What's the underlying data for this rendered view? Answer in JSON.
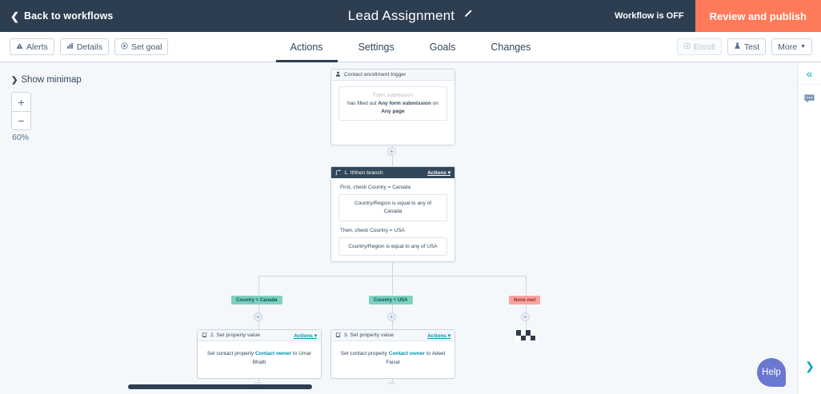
{
  "header": {
    "back_label": "Back to workflows",
    "back_icon": "chevron-left-icon",
    "title": "Lead Assignment",
    "edit_icon": "pencil-icon",
    "status_text": "Workflow is OFF",
    "publish_label": "Review and publish",
    "accent_orange": "#ff7a59",
    "bg": "#2d3e50"
  },
  "subnav": {
    "left_buttons": [
      {
        "label": "Alerts",
        "icon": "alert-triangle-icon"
      },
      {
        "label": "Details",
        "icon": "bar-chart-icon"
      },
      {
        "label": "Set goal",
        "icon": "target-icon"
      }
    ],
    "tabs": [
      {
        "label": "Actions",
        "active": true
      },
      {
        "label": "Settings",
        "active": false
      },
      {
        "label": "Goals",
        "active": false
      },
      {
        "label": "Changes",
        "active": false
      }
    ],
    "right_buttons": [
      {
        "label": "Enroll",
        "icon": "enroll-icon",
        "disabled": true
      },
      {
        "label": "Test",
        "icon": "flask-icon",
        "disabled": false
      },
      {
        "label": "More",
        "icon": "caret-down-icon",
        "disabled": false
      }
    ]
  },
  "canvas": {
    "minimap_label": "Show minimap",
    "minimap_chevron": "chevron-right-icon",
    "zoom_in_label": "+",
    "zoom_out_label": "−",
    "zoom_level": "60%",
    "trigger": {
      "header": "Contact enrollment trigger",
      "header_icon": "contact-person-icon",
      "type_label": "Form submission",
      "line1_a": "has filled out ",
      "line1_b": "Any form submission",
      "line1_c": " on",
      "line2": "Any page"
    },
    "branch": {
      "header": "1. If/then branch",
      "header_icon": "branch-icon",
      "actions_label": "Actions",
      "actions_caret": "caret-down-icon",
      "first_label": "First, check Country = Canada",
      "first_condition": "Country/Region is equal to any of Canada",
      "then_label": "Then, check Country = USA",
      "then_condition": "Country/Region is equal to any of USA"
    },
    "branch_badges": [
      {
        "label": "Country = Canada",
        "tone": "green"
      },
      {
        "label": "Country = USA",
        "tone": "green"
      },
      {
        "label": "None met",
        "tone": "red"
      }
    ],
    "actions": [
      {
        "header": "2. Set property value",
        "header_icon": "edit-square-icon",
        "actions_label": "Actions",
        "text_a": "Set contact property ",
        "text_prop": "Contact owner",
        "text_b": " to Umar Bhatti"
      },
      {
        "header": "3. Set property value",
        "header_icon": "edit-square-icon",
        "actions_label": "Actions",
        "text_a": "Set contact property ",
        "text_prop": "Contact owner",
        "text_b": " to Adeel Faisal"
      }
    ],
    "end_marker_icon": "checkered-flag-icon",
    "add_step_icon": "plus-icon"
  },
  "rail": {
    "collapse_icon": "chevron-double-left-icon",
    "chat_icon": "comment-bubble-icon",
    "next_icon": "chevron-right-icon",
    "help_label": "Help",
    "help_color": "#6a78d1"
  }
}
